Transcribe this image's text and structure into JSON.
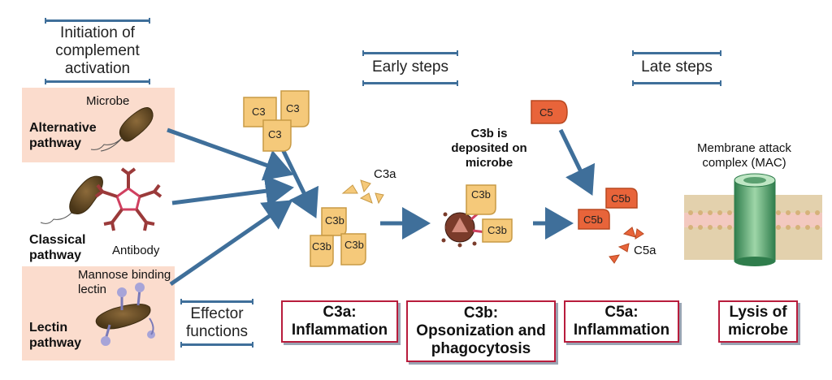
{
  "headers": {
    "initiation": "Initiation of complement activation",
    "early": "Early steps",
    "late": "Late steps",
    "effector": "Effector functions"
  },
  "pathways": {
    "alternative": "Alternative pathway",
    "classical": "Classical pathway",
    "lectin": "Lectin pathway"
  },
  "labels": {
    "microbe": "Microbe",
    "antibody": "Antibody",
    "mbl": "Mannose binding lectin",
    "c3": "C3",
    "c3a": "C3a",
    "c3b": "C3b",
    "c3b_deposited": "C3b is deposited on microbe",
    "c5": "C5",
    "c5b": "C5b",
    "c5a": "C5a",
    "mac": "Membrane attack complex (MAC)"
  },
  "effects": {
    "c3a": "C3a: Inflammation",
    "c3b": "C3b: Opsonization and phagocytosis",
    "c5a": "C5a: Inflammation",
    "lysis": "Lysis of microbe"
  },
  "colors": {
    "arrow": "#3f6f9a",
    "c3": "#f5c97a",
    "c5": "#e8643a",
    "box_border": "#b81c3c",
    "panel": "#fbdccd",
    "mac": "#4aa36a"
  }
}
